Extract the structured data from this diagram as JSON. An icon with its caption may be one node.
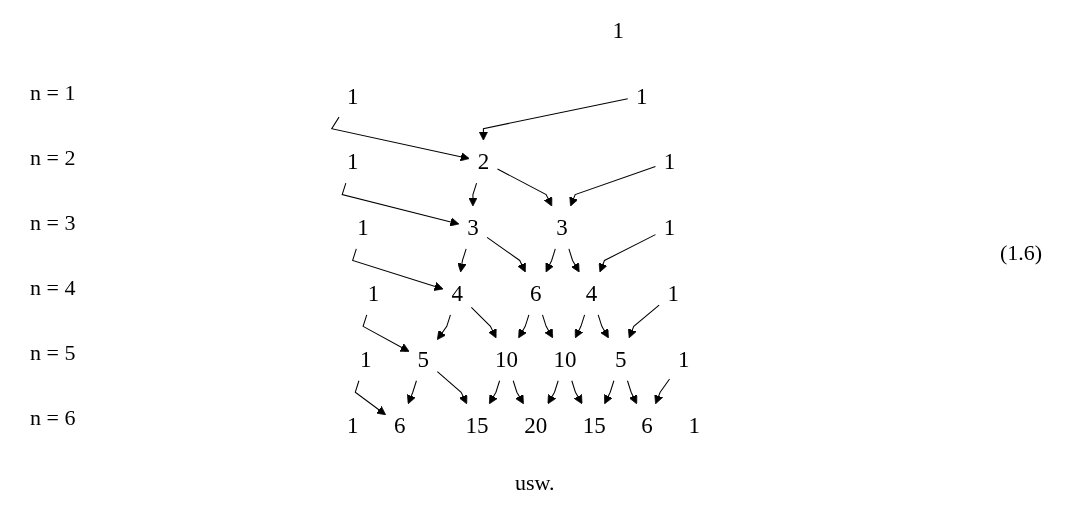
{
  "diagram": {
    "nodes": [
      {
        "text": [
          "1"
        ]
      },
      {
        "text": [
          "1"
        ]
      },
      {
        "text": [
          "1"
        ]
      },
      {
        "text": [
          "1"
        ]
      },
      {
        "text": [
          "2"
        ]
      },
      {
        "text": [
          "1"
        ]
      },
      {
        "text": [
          "1"
        ]
      },
      {
        "text": [
          "3"
        ]
      },
      {
        "text": [
          "3"
        ]
      },
      {
        "text": [
          "1"
        ]
      },
      {
        "text": [
          "1"
        ]
      },
      {
        "text": [
          "4"
        ]
      },
      {
        "text": [
          "6"
        ]
      },
      {
        "text": [
          "4"
        ]
      },
      {
        "text": [
          "1"
        ]
      },
      {
        "text": [
          "1"
        ]
      },
      {
        "text": [
          "5"
        ]
      },
      {
        "text": [
          "10"
        ]
      },
      {
        "text": [
          "10"
        ]
      },
      {
        "text": [
          "5"
        ]
      },
      {
        "text": [
          "1"
        ]
      },
      {
        "text": [
          "1"
        ]
      },
      {
        "text": [
          "6"
        ]
      },
      {
        "text": [
          "15"
        ]
      },
      {
        "text": [
          "20"
        ]
      },
      {
        "text": [
          "15"
        ]
      },
      {
        "text": [
          "6"
        ]
      },
      {
        "text": [
          "1"
        ]
      }
    ],
    "edges": [
      {
        "from": 1,
        "to": 4,
        "arrow": "to"
      },
      {
        "from": 2,
        "to": 4,
        "arrow": "to"
      },
      {
        "from": 3,
        "to": 7,
        "arrow": "to"
      },
      {
        "from": 4,
        "to": 7,
        "arrow": "to"
      },
      {
        "from": 4,
        "to": 8,
        "arrow": "to"
      },
      {
        "from": 5,
        "to": 8,
        "arrow": "to"
      },
      {
        "from": 6,
        "to": 11,
        "arrow": "to"
      },
      {
        "from": 7,
        "to": 11,
        "arrow": "to"
      },
      {
        "from": 7,
        "to": 12,
        "arrow": "to"
      },
      {
        "from": 8,
        "to": 12,
        "arrow": "to"
      },
      {
        "from": 8,
        "to": 13,
        "arrow": "to"
      },
      {
        "from": 9,
        "to": 13,
        "arrow": "to"
      },
      {
        "from": 10,
        "to": 16,
        "arrow": "to"
      },
      {
        "from": 11,
        "to": 16,
        "arrow": "to"
      },
      {
        "from": 11,
        "to": 17,
        "arrow": "to"
      },
      {
        "from": 12,
        "to": 17,
        "arrow": "to"
      },
      {
        "from": 12,
        "to": 18,
        "arrow": "to"
      },
      {
        "from": 13,
        "to": 18,
        "arrow": "to"
      },
      {
        "from": 13,
        "to": 19,
        "arrow": "to"
      },
      {
        "from": 14,
        "to": 19,
        "arrow": "to"
      },
      {
        "from": 15,
        "to": 22,
        "arrow": "to"
      },
      {
        "from": 16,
        "to": 22,
        "arrow": "to"
      },
      {
        "from": 16,
        "to": 23,
        "arrow": "to"
      },
      {
        "from": 17,
        "to": 23,
        "arrow": "to"
      },
      {
        "from": 17,
        "to": 24,
        "arrow": "to"
      },
      {
        "from": 18,
        "to": 24,
        "arrow": "to"
      },
      {
        "from": 18,
        "to": 25,
        "arrow": "to"
      },
      {
        "from": 19,
        "to": 25,
        "arrow": "to"
      },
      {
        "from": 19,
        "to": 26,
        "arrow": "to"
      },
      {
        "from": 20,
        "to": 26,
        "arrow": "to"
      }
    ],
    "labels": [
      "n = 1",
      "n = 2",
      "n = 3",
      "(1.6)",
      "n = 4",
      "n = 5",
      "n = 6",
      "usw."
    ]
  }
}
